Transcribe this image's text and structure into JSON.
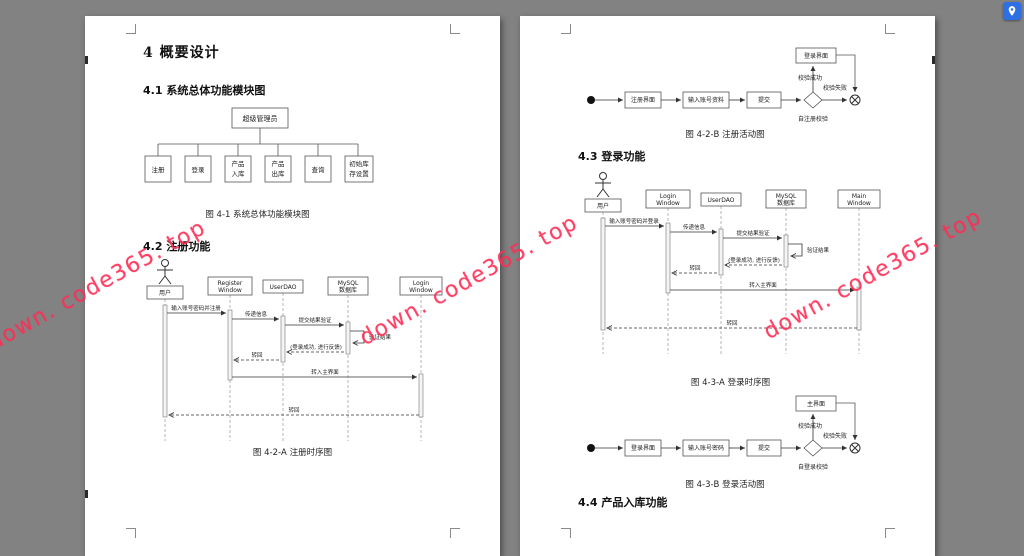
{
  "viewer": {
    "watermark_text": "down. code365. top",
    "watermark_color": "#ff2d55",
    "badge_color": "#2f6fe4"
  },
  "left_page": {
    "chapter_heading": "4 概要设计",
    "section_4_1": "4.1 系统总体功能模块图",
    "module_chart": {
      "root": "超级管理员",
      "children_lines": [
        [
          "注册"
        ],
        [
          "登录"
        ],
        [
          "产品",
          "入库"
        ],
        [
          "产品",
          "出库"
        ],
        [
          "查询"
        ],
        [
          "初始库",
          "存设置"
        ]
      ],
      "caption": "图 4-1 系统总体功能模块图"
    },
    "section_4_2": "4.2 注册功能",
    "register_seq": {
      "actor": "用户",
      "lifelines": [
        [
          "Register",
          "Window"
        ],
        [
          "UserDAO"
        ],
        [
          "MySQL",
          "数据库"
        ],
        [
          "Login",
          "Window"
        ]
      ],
      "messages": {
        "m1": "输入账号密码并注册",
        "m2": "传递信息",
        "m3": "提交结果验证",
        "m4": "验证结果",
        "m5": "(登录成功, 进行反馈)",
        "m6": "转回",
        "m7": "转入主界面",
        "m8": "转回"
      },
      "caption": "图 4-2-A 注册时序图"
    }
  },
  "right_page": {
    "register_activity": {
      "steps": [
        "注册界面",
        "输入账号资料",
        "提交"
      ],
      "success_box": "登录界面",
      "success_label": "校验成功",
      "fail_label": "校验失败",
      "decision_note": "自注册校验",
      "caption": "图 4-2-B 注册活动图"
    },
    "section_4_3": "4.3 登录功能",
    "login_seq": {
      "actor": "用户",
      "lifelines": [
        [
          "Login",
          "Window"
        ],
        [
          "UserDAO"
        ],
        [
          "MySQL",
          "数据库"
        ],
        [
          "Main",
          "Window"
        ]
      ],
      "messages": {
        "m1": "输入账号密码并登录",
        "m2": "传递信息",
        "m3": "提交结果验证",
        "m4": "验证结果",
        "m5": "(登录成功, 进行反馈)",
        "m6": "转回",
        "m7": "转入主界面",
        "m8": "转回"
      },
      "caption": "图 4-3-A 登录时序图"
    },
    "login_activity": {
      "steps": [
        "登录界面",
        "输入账号密码",
        "提交"
      ],
      "success_box": "主界面",
      "success_label": "校验成功",
      "fail_label": "校验失败",
      "decision_note": "自登录校验",
      "caption": "图 4-3-B 登录活动图"
    },
    "section_4_4": "4.4 产品入库功能"
  }
}
